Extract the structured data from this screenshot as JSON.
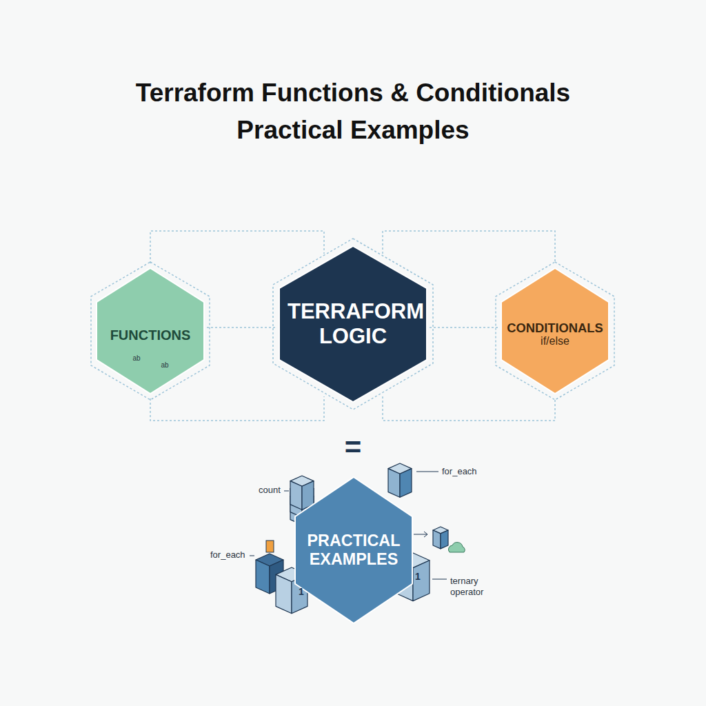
{
  "diagram": {
    "title": "Terraform Functions & Conditionals Practical Examples",
    "nodes": [
      {
        "text": [
          "FUNCTIONS"
        ]
      },
      {
        "text": [
          "TERRAFORM LOGIC"
        ]
      },
      {
        "text": [
          "CONDITIONALS",
          "if/else"
        ]
      },
      {
        "text": [
          "PRACTICAL EXAMPLES"
        ]
      }
    ],
    "edges": [
      {
        "from": 0,
        "to": 1,
        "arrow": "none"
      },
      {
        "from": 1,
        "to": 2,
        "arrow": "none"
      }
    ],
    "labels": [
      "ab",
      "ab",
      "=",
      "for_each",
      "count",
      "for_each",
      "1",
      "1",
      "ternary operator"
    ]
  }
}
